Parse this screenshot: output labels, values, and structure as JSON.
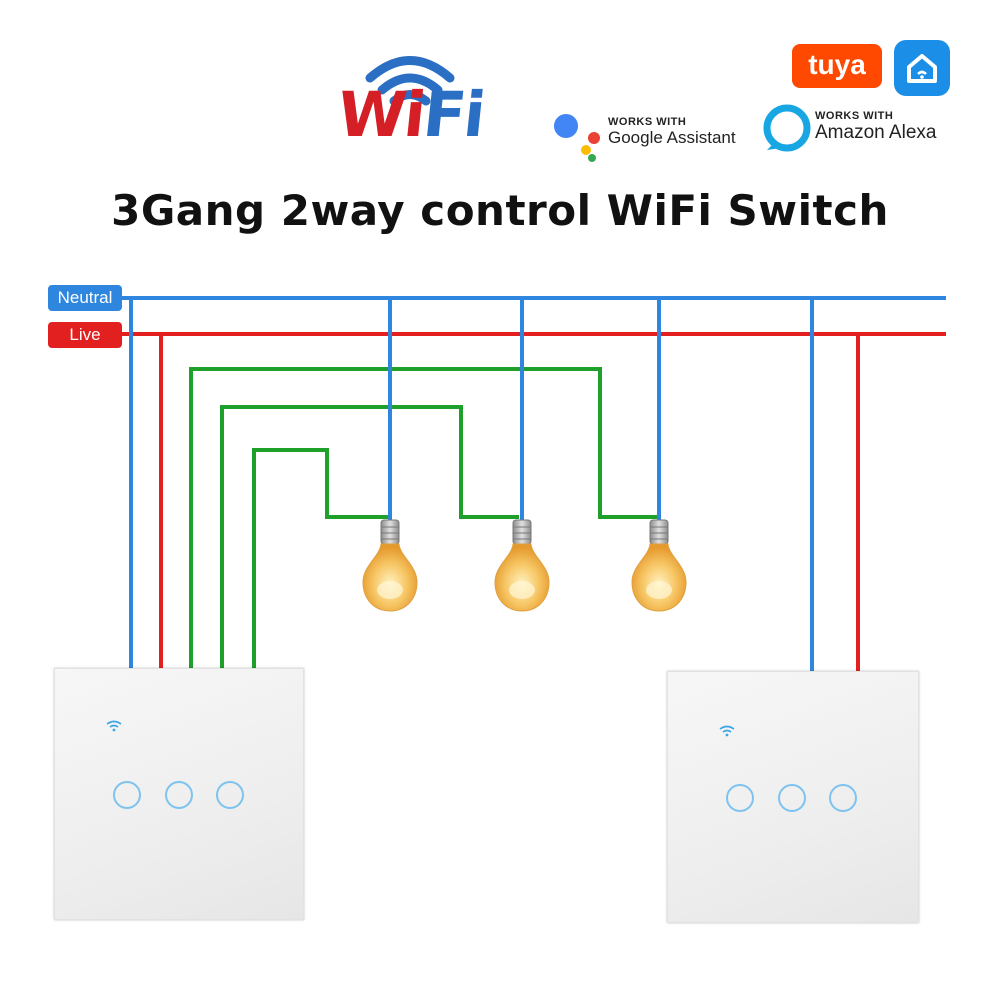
{
  "title": "3Gang 2way control WiFi Switch",
  "logos": {
    "wifi_word_wi": "Wi",
    "wifi_word_fi": "Fi",
    "tuya": "tuya",
    "smart_life_icon": "smart-home-app-icon"
  },
  "badges": {
    "google": {
      "works_with": "WORKS WITH",
      "name": "Google Assistant"
    },
    "alexa": {
      "works_with": "WORKS WITH",
      "name": "Amazon Alexa"
    }
  },
  "wires": {
    "neutral_label": "Neutral",
    "live_label": "Live",
    "neutral_color": "#2e86de",
    "live_color": "#e32020",
    "load_color": "#1fa02a"
  },
  "switches": [
    {
      "name": "left-switch",
      "gangs": 3
    },
    {
      "name": "right-switch",
      "gangs": 3
    }
  ],
  "bulbs": 3
}
